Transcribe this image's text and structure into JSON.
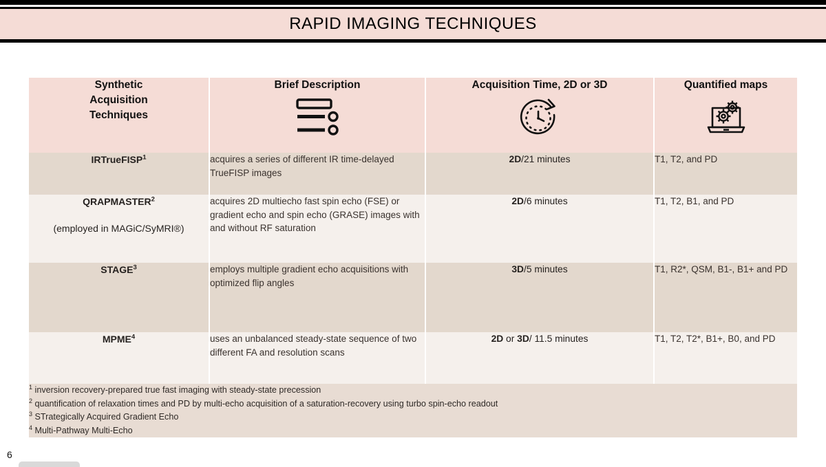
{
  "banner": {
    "title": "RAPID IMAGING TECHNIQUES"
  },
  "table": {
    "headers": [
      {
        "label_line1": "Synthetic",
        "label_line2": "Acquisition",
        "label_line3": "Techniques",
        "icon": "none"
      },
      {
        "label_line1": "Brief Description",
        "icon": "document-list-icon"
      },
      {
        "label_line1": "Acquisition Time, 2D or 3D",
        "icon": "clock-refresh-icon"
      },
      {
        "label_line1": "Quantified maps",
        "icon": "laptop-gears-icon"
      }
    ],
    "rows": [
      {
        "technique": "IRTrueFISP",
        "technique_sup": "1",
        "technique_note": "",
        "description": "acquires a series of different IR time-delayed TrueFISP images",
        "acq_bold": "2D",
        "acq_rest": "/21 minutes",
        "maps": "T1, T2, and PD"
      },
      {
        "technique": "QRAPMASTER",
        "technique_sup": "2",
        "technique_note": "(employed in MAGiC/SyMRI®)",
        "description": "acquires 2D multiecho fast spin echo (FSE) or gradient echo and spin echo (GRASE) images with and without RF saturation",
        "acq_bold": "2D",
        "acq_rest": "/6 minutes",
        "maps": "T1, T2, B1, and PD"
      },
      {
        "technique": "STAGE",
        "technique_sup": "3",
        "technique_note": "",
        "description": "employs multiple gradient echo acquisitions with optimized flip angles",
        "acq_bold": "3D",
        "acq_rest": "/5 minutes",
        "maps": "T1, R2*, QSM, B1-, B1+ and PD"
      },
      {
        "technique": "MPME",
        "technique_sup": "4",
        "technique_note": "",
        "description": "uses an unbalanced steady-state sequence of two different FA and resolution scans",
        "acq_bold": "2D",
        "acq_mid": " or ",
        "acq_bold2": "3D",
        "acq_rest": "/ 11.5 minutes",
        "maps": "T1, T2, T2*, B1+, B0, and PD"
      }
    ],
    "footnotes": [
      {
        "marker": "1",
        "text": "inversion recovery-prepared true fast imaging with steady-state precession"
      },
      {
        "marker": "2",
        "text": "quantification of relaxation times and PD by multi-echo acquisition of a saturation-recovery using turbo spin-echo readout"
      },
      {
        "marker": "3",
        "text": "STrategically Acquired Gradient Echo"
      },
      {
        "marker": "4",
        "text": "Multi-Pathway Multi-Echo"
      }
    ]
  },
  "page": {
    "number": "6"
  },
  "colors": {
    "banner_bg": "#f5dcd6",
    "header_bg": "#f5dcd6",
    "row_dark": "#e3d8cd",
    "row_light": "#f5f0ec",
    "footnote_bg": "#e8dcd3",
    "text": "#262220"
  }
}
